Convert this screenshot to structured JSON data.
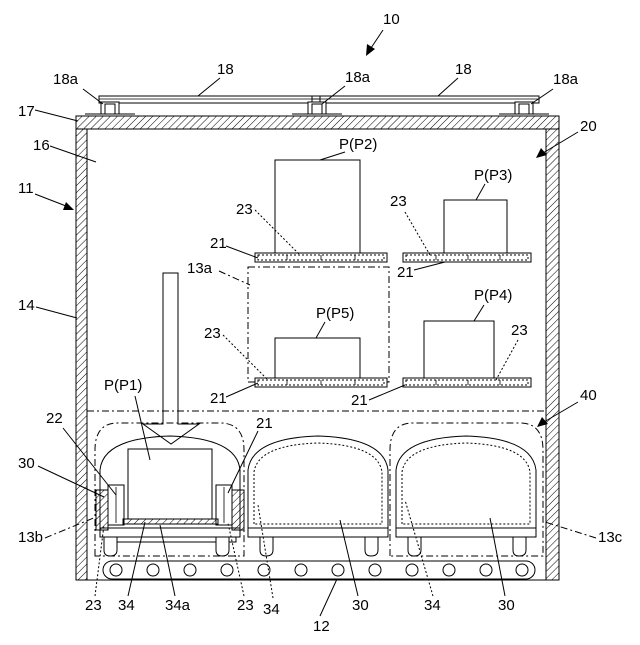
{
  "labels": {
    "fig": "10",
    "roof_cover_l": "18",
    "roof_cover_r": "18",
    "support_l": "18a",
    "support_m": "18a",
    "support_r": "18a",
    "roof": "17",
    "interior": "16",
    "container": "11",
    "shelf_region": "20",
    "wall": "14",
    "pkg_p2": "P(P2)",
    "pkg_p3": "P(P3)",
    "pkg_p4": "P(P4)",
    "pkg_p5": "P(P5)",
    "pkg_p1": "P(P1)",
    "sheet_a": "23",
    "sheet_b": "23",
    "sheet_c": "23",
    "sheet_d": "23",
    "shelf_a": "21",
    "shelf_b": "21",
    "shelf_c": "21",
    "shelf_d": "21",
    "shelf_e": "21",
    "region_13a": "13a",
    "region_13b": "13b",
    "region_13c": "13c",
    "lower_region": "40",
    "gripper": "22",
    "robot_l": "30",
    "robot_m": "30",
    "robot_r": "30",
    "conveyor": "12",
    "sheet_bl": "23",
    "sheet_bm": "23",
    "tray_l": "34",
    "tray_m": "34",
    "tray_r": "34",
    "tray_plate": "34a"
  }
}
